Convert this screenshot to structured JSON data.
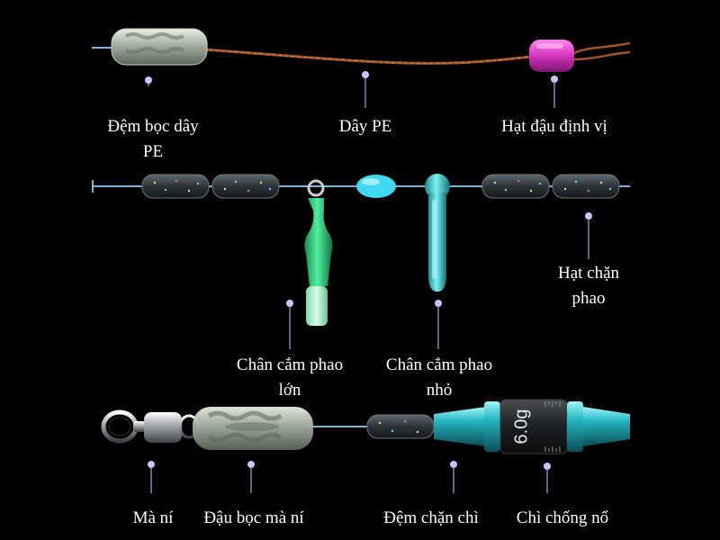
{
  "labels": {
    "dem_boc_day_pe": [
      "Đệm bọc dây",
      "PE"
    ],
    "day_pe": "Dây PE",
    "hat_dau_dinh_vi": "Hạt đậu định vị",
    "hat_chan_phao": [
      "Hạt chặn",
      "phao"
    ],
    "chan_cam_phao_lon": [
      "Chân cắm phao",
      "lớn"
    ],
    "chan_cam_phao_nho": [
      "Chân cắm phao",
      "nhỏ"
    ],
    "ma_ni": "Mà ní",
    "dau_boc_ma_ni": "Đậu bọc mà ní",
    "dem_chan_chi": "Đệm chặn chì",
    "chi_chong_no": "Chì chống nổ"
  },
  "sinker_weight_text": "6.0g",
  "colors": {
    "background": "#000000",
    "pe_line": "#a0552d",
    "mono_line": "#7fb3d8",
    "marker_dot": "#c8c4ff",
    "bead_magenta": "#e040c8",
    "float_stem_green": "#38e08a",
    "float_stem_cyan": "#3ad0d6",
    "sinker_teal": "#1aa8b0"
  }
}
